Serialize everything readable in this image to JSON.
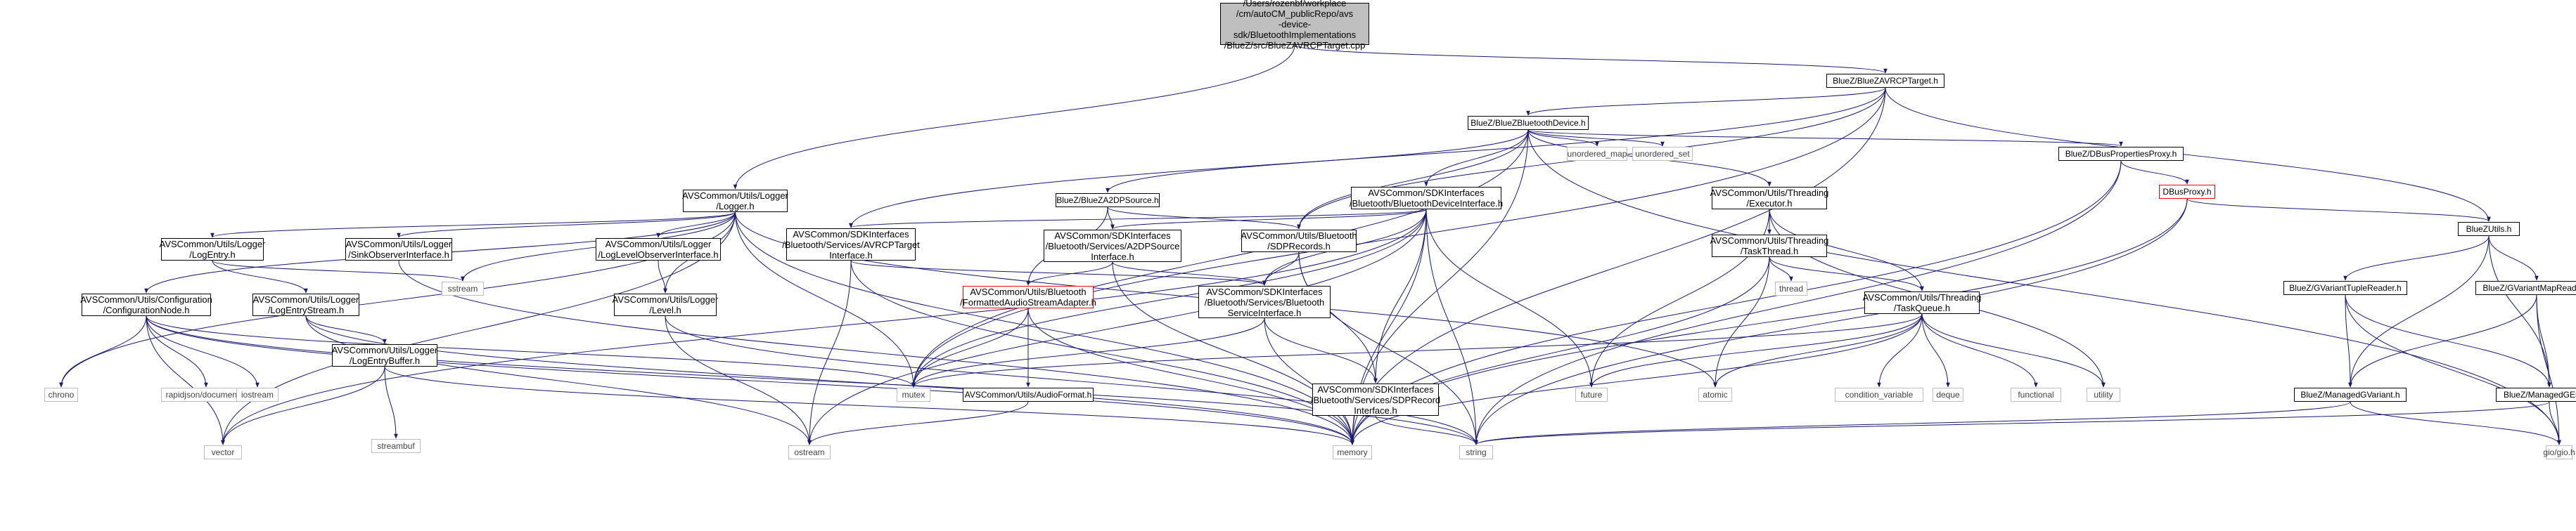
{
  "graph": {
    "edge_color": "#191970",
    "nodes": {
      "root": "/Users/rozenbf/workplace\n/cm/autoCM_publicRepo/avs\n-device-sdk/BluetoothImplementations\n/BlueZ/src/BlueZAVRCPTarget.cpp",
      "avrcp_target_h": "BlueZ/BlueZAVRCPTarget.h",
      "logger_h": "AVSCommon/Utils/Logger\n/Logger.h",
      "bluez_bt_device_h": "BlueZ/BlueZBluetoothDevice.h",
      "unordered_map": "unordered_map",
      "unordered_set": "unordered_set",
      "dbus_props_proxy_h": "BlueZ/DBusPropertiesProxy.h",
      "dbus_proxy_h": "DBusProxy.h",
      "bluez_utils_h": "BlueZUtils.h",
      "a2dp_source_h": "BlueZ/BlueZA2DPSource.h",
      "bt_device_iface_h": "AVSCommon/SDKInterfaces\n/Bluetooth/BluetoothDeviceInterface.h",
      "executor_h": "AVSCommon/Utils/Threading\n/Executor.h",
      "avrcp_target_iface_h": "AVSCommon/SDKInterfaces\n/Bluetooth/Services/AVRCPTarget\nInterface.h",
      "a2dp_source_iface_h": "AVSCommon/SDKInterfaces\n/Bluetooth/Services/A2DPSource\nInterface.h",
      "sdp_records_h": "AVSCommon/Utils/Bluetooth\n/SDPRecords.h",
      "task_thread_h": "AVSCommon/Utils/Threading\n/TaskThread.h",
      "gvariant_tuple_reader_h": "BlueZ/GVariantTupleReader.h",
      "gvariant_map_reader_h": "BlueZ/GVariantMapReader.h",
      "log_entry_h": "AVSCommon/Utils/Logger\n/LogEntry.h",
      "sink_observer_h": "AVSCommon/Utils/Logger\n/SinkObserverInterface.h",
      "log_level_observer_h": "AVSCommon/Utils/Logger\n/LogLevelObserverInterface.h",
      "config_node_h": "AVSCommon/Utils/Configuration\n/ConfigurationNode.h",
      "log_entry_stream_h": "AVSCommon/Utils/Logger\n/LogEntryStream.h",
      "level_h": "AVSCommon/Utils/Logger\n/Level.h",
      "sstream": "sstream",
      "formatted_audio_h": "AVSCommon/Utils/Bluetooth\n/FormattedAudioStreamAdapter.h",
      "bt_service_iface_h": "AVSCommon/SDKInterfaces\n/Bluetooth/Services/Bluetooth\nServiceInterface.h",
      "task_queue_h": "AVSCommon/Utils/Threading\n/TaskQueue.h",
      "thread": "thread",
      "log_entry_buffer_h": "AVSCommon/Utils/Logger\n/LogEntryBuffer.h",
      "chrono": "chrono",
      "rapidjson": "rapidjson/document.h",
      "iostream": "iostream",
      "mutex": "mutex",
      "audio_format_h": "AVSCommon/Utils/AudioFormat.h",
      "sdp_record_iface_h": "AVSCommon/SDKInterfaces\n/Bluetooth/Services/SDPRecord\nInterface.h",
      "future": "future",
      "atomic": "atomic",
      "condition_variable": "condition_variable",
      "deque": "deque",
      "functional": "functional",
      "utility": "utility",
      "managed_gvariant_h": "BlueZ/ManagedGVariant.h",
      "managed_gerror_h": "BlueZ/ManagedGError.h",
      "streambuf": "streambuf",
      "vector": "vector",
      "ostream": "ostream",
      "memory": "memory",
      "string": "string",
      "gio_h": "gio/gio.h"
    }
  }
}
